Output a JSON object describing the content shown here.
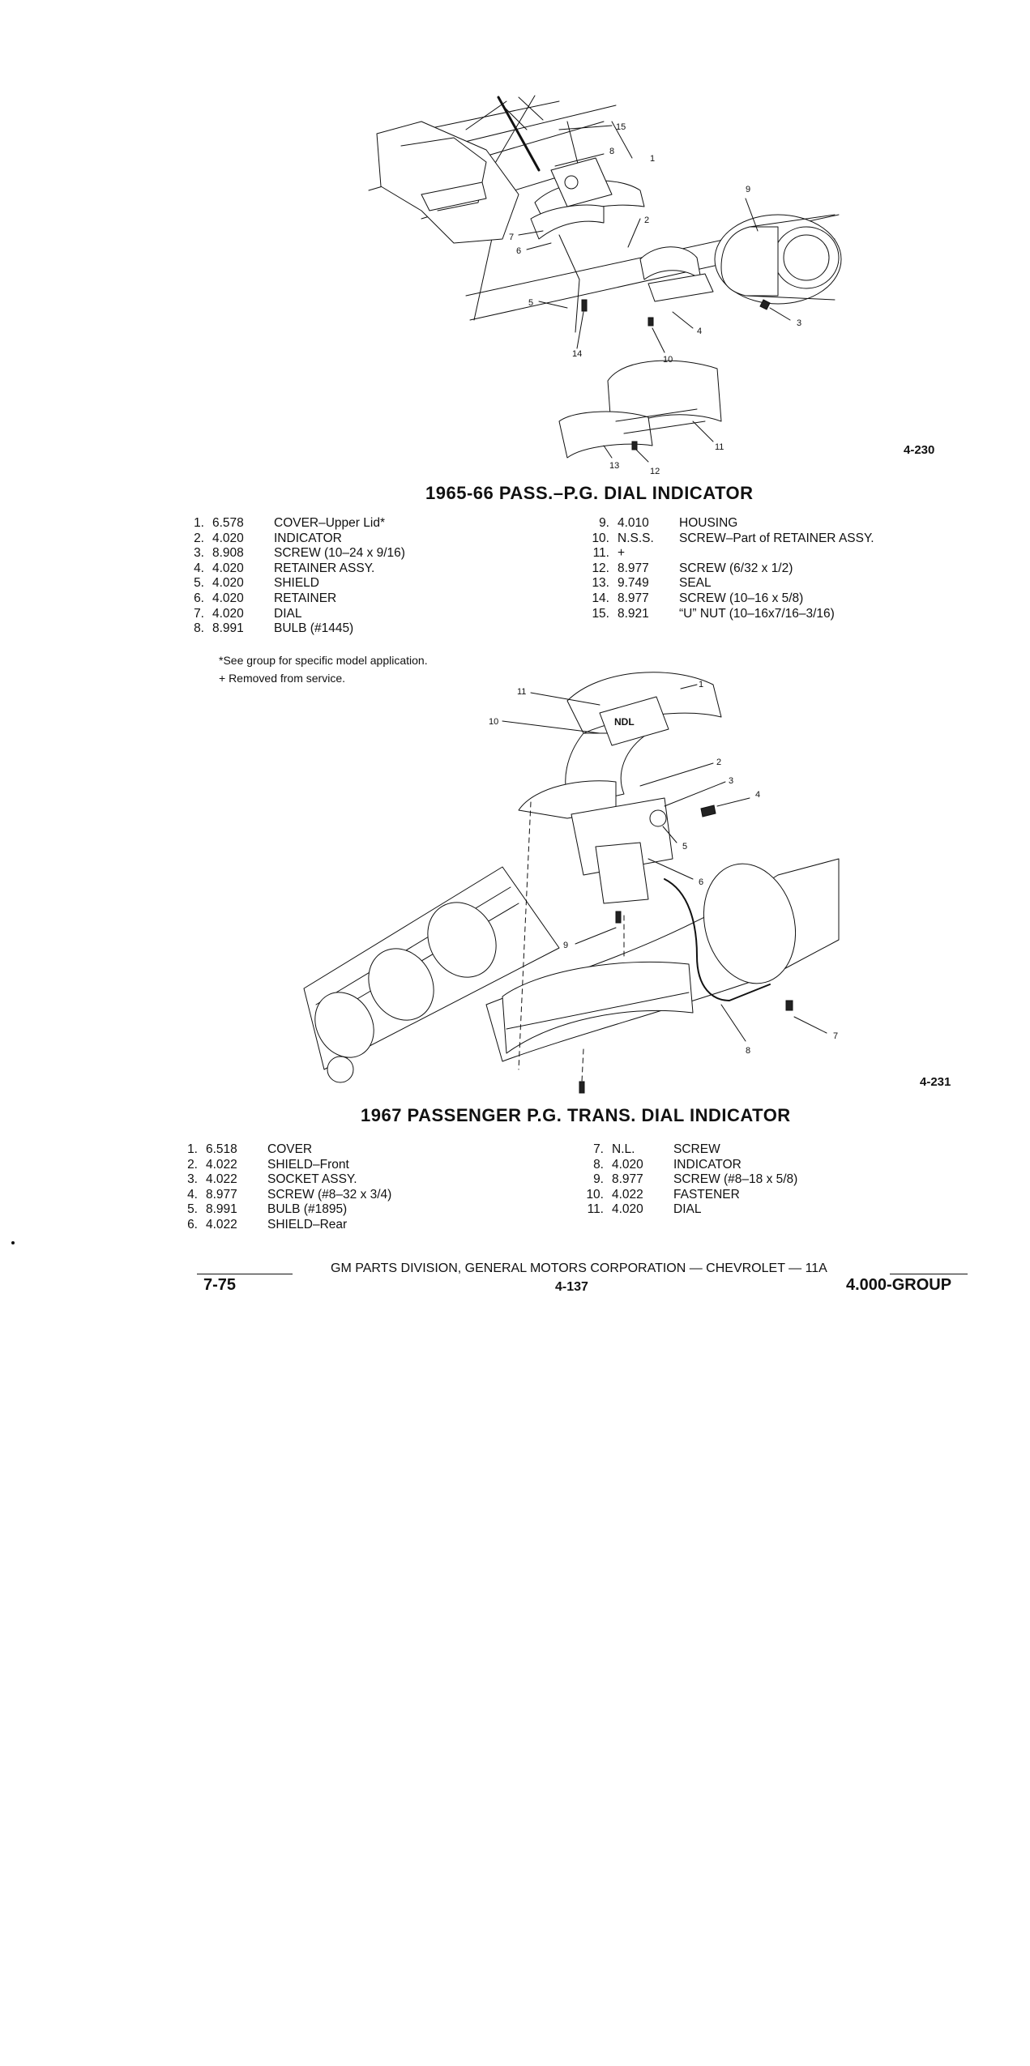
{
  "figure1": {
    "fig_no": "4-230",
    "title": "1965-66 PASS.–P.G. DIAL INDICATOR",
    "callouts": [
      "1",
      "2",
      "3",
      "4",
      "5",
      "6",
      "7",
      "8",
      "9",
      "10",
      "11",
      "12",
      "13",
      "14",
      "15"
    ],
    "parts_left": [
      {
        "idx": "1.",
        "code": "6.578",
        "desc": "COVER–Upper Lid*"
      },
      {
        "idx": "2.",
        "code": "4.020",
        "desc": "INDICATOR"
      },
      {
        "idx": "3.",
        "code": "8.908",
        "desc": "SCREW (10–24 x 9/16)"
      },
      {
        "idx": "4.",
        "code": "4.020",
        "desc": "RETAINER ASSY."
      },
      {
        "idx": "5.",
        "code": "4.020",
        "desc": "SHIELD"
      },
      {
        "idx": "6.",
        "code": "4.020",
        "desc": "RETAINER"
      },
      {
        "idx": "7.",
        "code": "4.020",
        "desc": "DIAL"
      },
      {
        "idx": "8.",
        "code": "8.991",
        "desc": "BULB (#1445)"
      }
    ],
    "parts_right": [
      {
        "idx": "9.",
        "code": "4.010",
        "desc": "HOUSING"
      },
      {
        "idx": "10.",
        "code": "N.S.S.",
        "desc": "SCREW–Part of RETAINER ASSY."
      },
      {
        "idx": "11.",
        "code": "+",
        "desc": ""
      },
      {
        "idx": "12.",
        "code": "8.977",
        "desc": "SCREW (6/32 x 1/2)"
      },
      {
        "idx": "13.",
        "code": "9.749",
        "desc": "SEAL"
      },
      {
        "idx": "14.",
        "code": "8.977",
        "desc": "SCREW (10–16 x 5/8)"
      },
      {
        "idx": "15.",
        "code": "8.921",
        "desc": "“U” NUT (10–16x7/16–3/16)"
      }
    ],
    "notes": [
      "*See group for specific model application.",
      "+ Removed from service."
    ]
  },
  "figure2": {
    "fig_no": "4-231",
    "title": "1967 PASSENGER P.G. TRANS. DIAL INDICATOR",
    "dial_text": "NDL",
    "callouts": [
      "1",
      "2",
      "3",
      "4",
      "5",
      "6",
      "7",
      "8",
      "9",
      "10",
      "11"
    ],
    "parts_left": [
      {
        "idx": "1.",
        "code": "6.518",
        "desc": "COVER"
      },
      {
        "idx": "2.",
        "code": "4.022",
        "desc": "SHIELD–Front"
      },
      {
        "idx": "3.",
        "code": "4.022",
        "desc": "SOCKET ASSY."
      },
      {
        "idx": "4.",
        "code": "8.977",
        "desc": "SCREW (#8–32 x 3/4)"
      },
      {
        "idx": "5.",
        "code": "8.991",
        "desc": "BULB (#1895)"
      },
      {
        "idx": "6.",
        "code": "4.022",
        "desc": "SHIELD–Rear"
      }
    ],
    "parts_right": [
      {
        "idx": "7.",
        "code": "N.L.",
        "desc": "SCREW"
      },
      {
        "idx": "8.",
        "code": "4.020",
        "desc": "INDICATOR"
      },
      {
        "idx": "9.",
        "code": "8.977",
        "desc": "SCREW (#8–18 x 5/8)"
      },
      {
        "idx": "10.",
        "code": "4.022",
        "desc": "FASTENER"
      },
      {
        "idx": "11.",
        "code": "4.020",
        "desc": "DIAL"
      }
    ]
  },
  "footer": {
    "publisher_line": "GM PARTS DIVISION, GENERAL MOTORS CORPORATION — CHEVROLET — 11A",
    "page_left": "7-75",
    "page_center": "4-137",
    "page_right": "4.000-GROUP"
  }
}
